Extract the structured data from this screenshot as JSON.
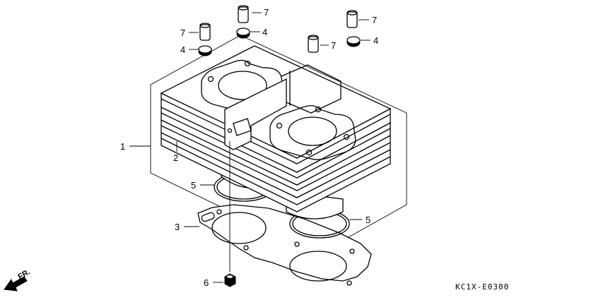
{
  "callouts": {
    "c1": "1",
    "c2": "2",
    "c3": "3",
    "c4a": "4",
    "c4b": "4",
    "c4c": "4",
    "c5a": "5",
    "c5b": "5",
    "c6": "6",
    "c7a": "7",
    "c7b": "7",
    "c7c": "7",
    "c7d": "7"
  },
  "direction": {
    "label": "FR."
  },
  "diagram_code": "KC1X-E0300"
}
